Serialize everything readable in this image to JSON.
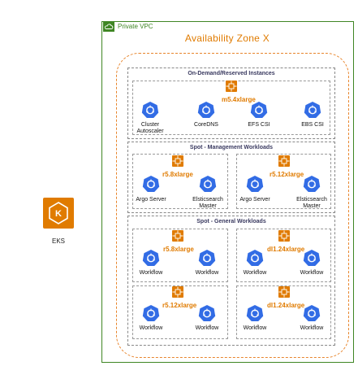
{
  "vpc": {
    "label": "Private VPC"
  },
  "az": {
    "title": "Availability Zone  X"
  },
  "eks": {
    "label": "EKS"
  },
  "groups": {
    "ondemand": {
      "title": "On-Demand/Reserved Instances",
      "instance": "m5.4xlarge",
      "nodes": [
        "Cluster Autoscaler",
        "CoreDNS",
        "EFS CSI",
        "EBS CSI"
      ]
    },
    "mgmt": {
      "title": "Spot - Management Workloads",
      "left": {
        "instance": "r5.8xlarge",
        "nodes": [
          "Argo Server",
          "Elsticsearch Master"
        ]
      },
      "right": {
        "instance": "r5.12xlarge",
        "nodes": [
          "Argo Server",
          "Elsticsearch Master"
        ]
      }
    },
    "general": {
      "title": "Spot - General Workloads",
      "tl": {
        "instance": "r5.8xlarge",
        "nodes": [
          "Workflow",
          "Workflow"
        ]
      },
      "tr": {
        "instance": "dl1.24xlarge",
        "nodes": [
          "Workflow",
          "Workflow"
        ]
      },
      "bl": {
        "instance": "r5.12xlarge",
        "nodes": [
          "Workflow",
          "Workflow"
        ]
      },
      "br": {
        "instance": "dl1.24xlarge",
        "nodes": [
          "Workflow",
          "Workflow"
        ]
      }
    }
  },
  "colors": {
    "accent": "#e07b00",
    "vpc": "#3f8624",
    "k8s": "#326ce5"
  },
  "icons": {
    "node": "kubernetes-pod-icon",
    "instance": "ec2-instance-icon",
    "cluster": "eks-icon"
  }
}
